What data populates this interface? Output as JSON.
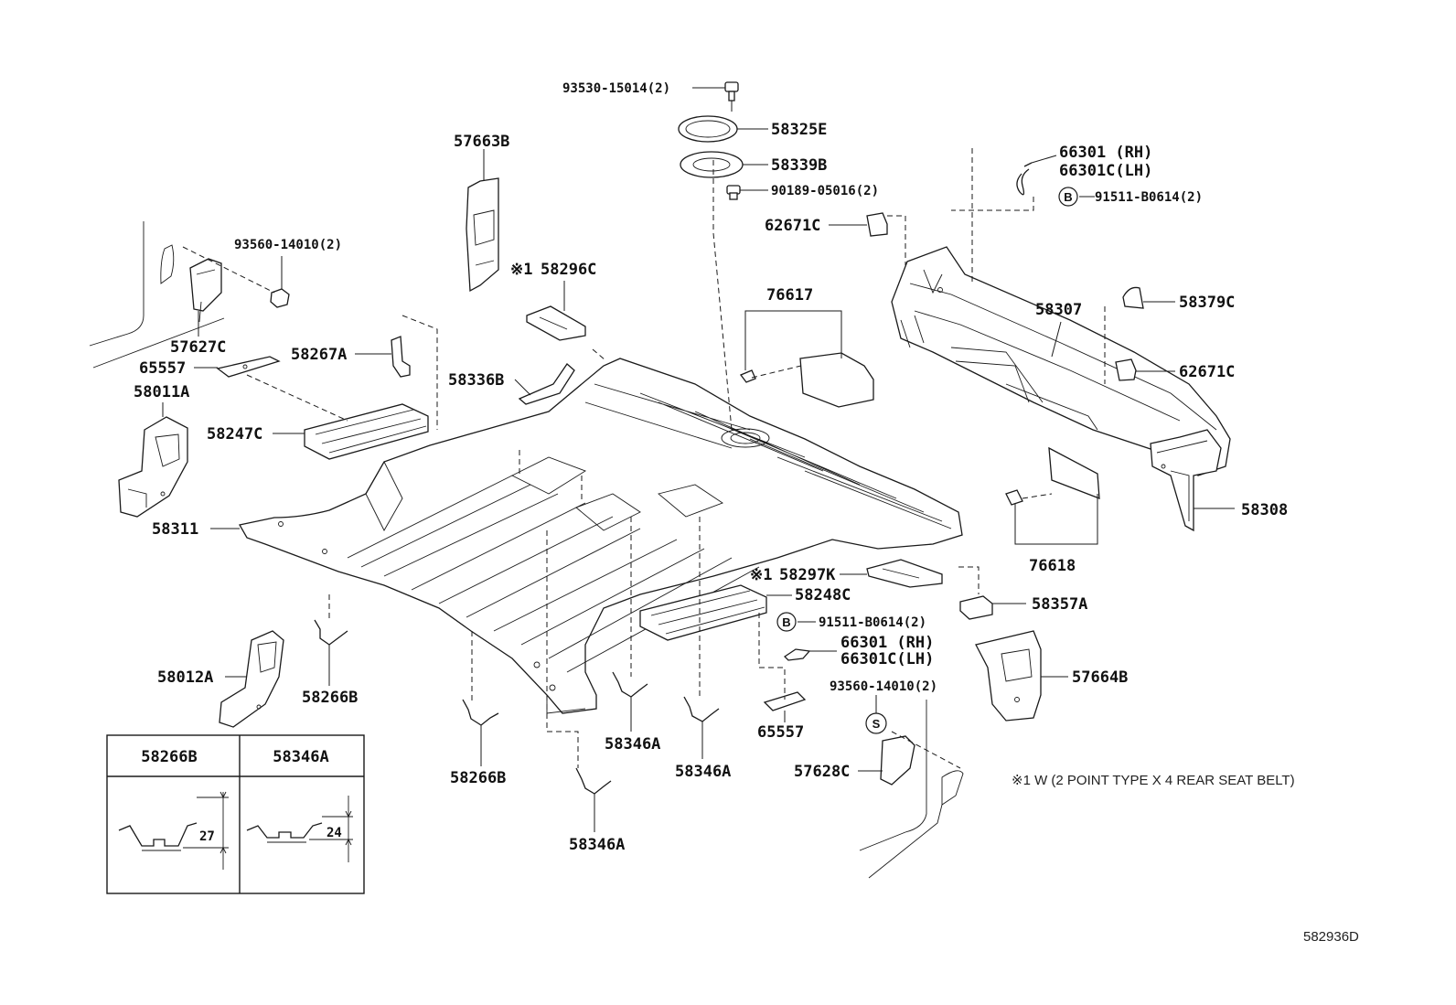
{
  "callouts": {
    "c93530": "93530-15014(2)",
    "c58325E": "58325E",
    "c58339B": "58339B",
    "c90189": "90189-05016(2)",
    "c57663B": "57663B",
    "c66301_top": "66301 (RH)",
    "c66301C_top": "66301C(LH)",
    "c91511_top": "91511-B0614(2)",
    "c62671C_top": "62671C",
    "c93560_top": "93560-14010(2)",
    "c58296C_mark": "※1",
    "c58296C": "58296C",
    "c76617": "76617",
    "c58307": "58307",
    "c58379C": "58379C",
    "c57627C": "57627C",
    "c58267A": "58267A",
    "c65557_top": "65557",
    "c62671C_right": "62671C",
    "c58336B": "58336B",
    "c58011A": "58011A",
    "c58247C": "58247C",
    "c58308": "58308",
    "c58311": "58311",
    "c76618": "76618",
    "c58297K_mark": "※1",
    "c58297K": "58297K",
    "c58248C": "58248C",
    "c58357A": "58357A",
    "c91511_bot": "91511-B0614(2)",
    "c66301_bot": "66301 (RH)",
    "c66301C_bot": "66301C(LH)",
    "c58012A": "58012A",
    "c58266B_a": "58266B",
    "c57664B": "57664B",
    "c93560_bot": "93560-14010(2)",
    "c58346A_a": "58346A",
    "c65557_bot": "65557",
    "c58266B_b": "58266B",
    "c58346A_b": "58346A",
    "c57628C": "57628C",
    "c58346A_c": "58346A"
  },
  "circle_marks": {
    "b_top": "B",
    "b_bot": "B",
    "s_bot": "S"
  },
  "note_text": "※1 W (2 POINT TYPE X 4 REAR SEAT BELT)",
  "inset_table": {
    "headers": [
      "58266B",
      "58346A"
    ],
    "dimensions": [
      "27",
      "24"
    ]
  },
  "diagram_id": "582936D"
}
